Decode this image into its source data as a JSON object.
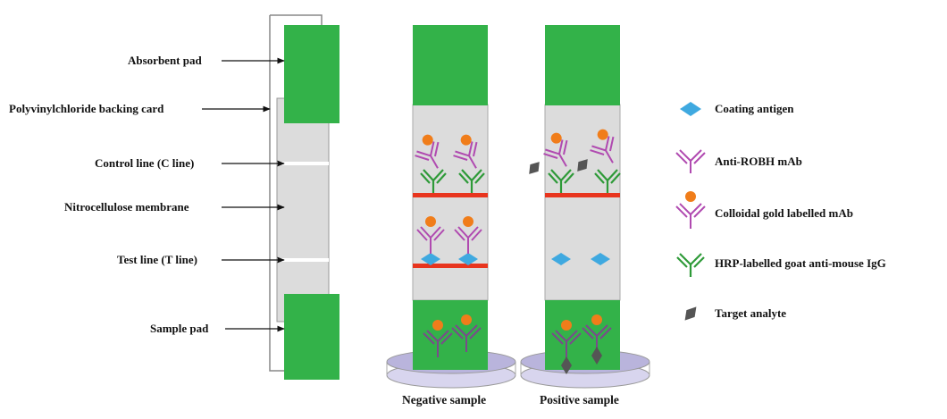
{
  "colors": {
    "pad": "#33b249",
    "membrane": "#dcdcdc",
    "line_red": "#e8351e",
    "antigen": "#3fa9e0",
    "mab": "#b04ab0",
    "gold": "#f07d1a",
    "igg": "#2e9a38",
    "analyte": "#555555",
    "dish": "#b9b4dc"
  },
  "structure_labels": {
    "absorbent_pad": "Absorbent pad",
    "backing_card": "Polyvinylchloride backing card",
    "control_line": "Control line (C line)",
    "membrane": "Nitrocellulose membrane",
    "test_line": "Test line (T line)",
    "sample_pad": "Sample pad"
  },
  "strips": {
    "negative_caption": "Negative sample",
    "positive_caption": "Positive sample"
  },
  "legend": [
    {
      "icon": "coating-antigen",
      "label": "Coating antigen"
    },
    {
      "icon": "anti-robh-mab",
      "label": "Anti-ROBH mAb"
    },
    {
      "icon": "gold-labelled-mab",
      "label": "Colloidal gold labelled mAb"
    },
    {
      "icon": "hrp-goat-igg",
      "label": "HRP-labelled goat anti-mouse IgG"
    },
    {
      "icon": "target-analyte",
      "label": "Target analyte"
    }
  ]
}
